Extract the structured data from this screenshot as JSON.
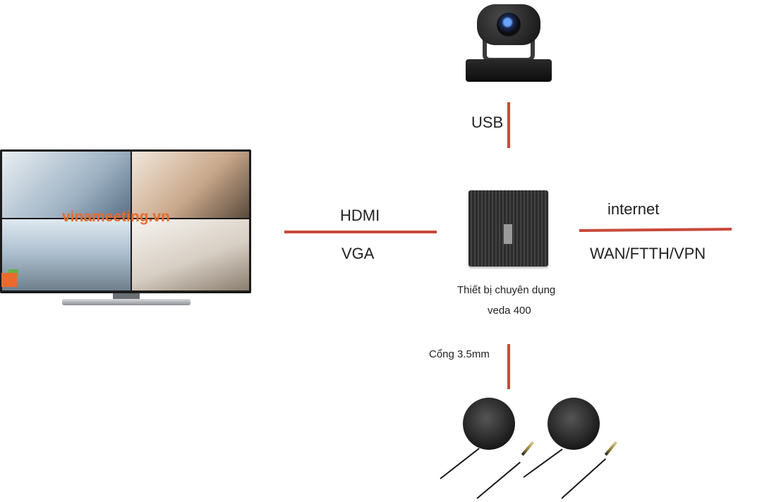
{
  "tv": {
    "brand_text": "vinameeting.vn",
    "panels": [
      {
        "name": "meeting-panel-top-left",
        "color": "#b7c7d6"
      },
      {
        "name": "meeting-panel-top-right",
        "color": "#c9b3a1"
      },
      {
        "name": "meeting-panel-bottom-left",
        "color": "#c7d3dc"
      },
      {
        "name": "meeting-panel-bottom-right",
        "color": "#d6d2cc"
      }
    ]
  },
  "labels": {
    "usb": "USB",
    "hdmi": "HDMI",
    "vga": "VGA",
    "internet": "internet",
    "wan": "WAN/FTTH/VPN",
    "device_line1": "Thiết bị chuyên dụng",
    "device_line2": "veda 400",
    "audio_port": "Cổng 3.5mm"
  },
  "colors": {
    "connector_line": "#c84a3a",
    "brand_text": "#e96a2c"
  },
  "icons": [
    "tv-icon",
    "ptz-camera-icon",
    "device-box-icon",
    "microphone-icon"
  ]
}
